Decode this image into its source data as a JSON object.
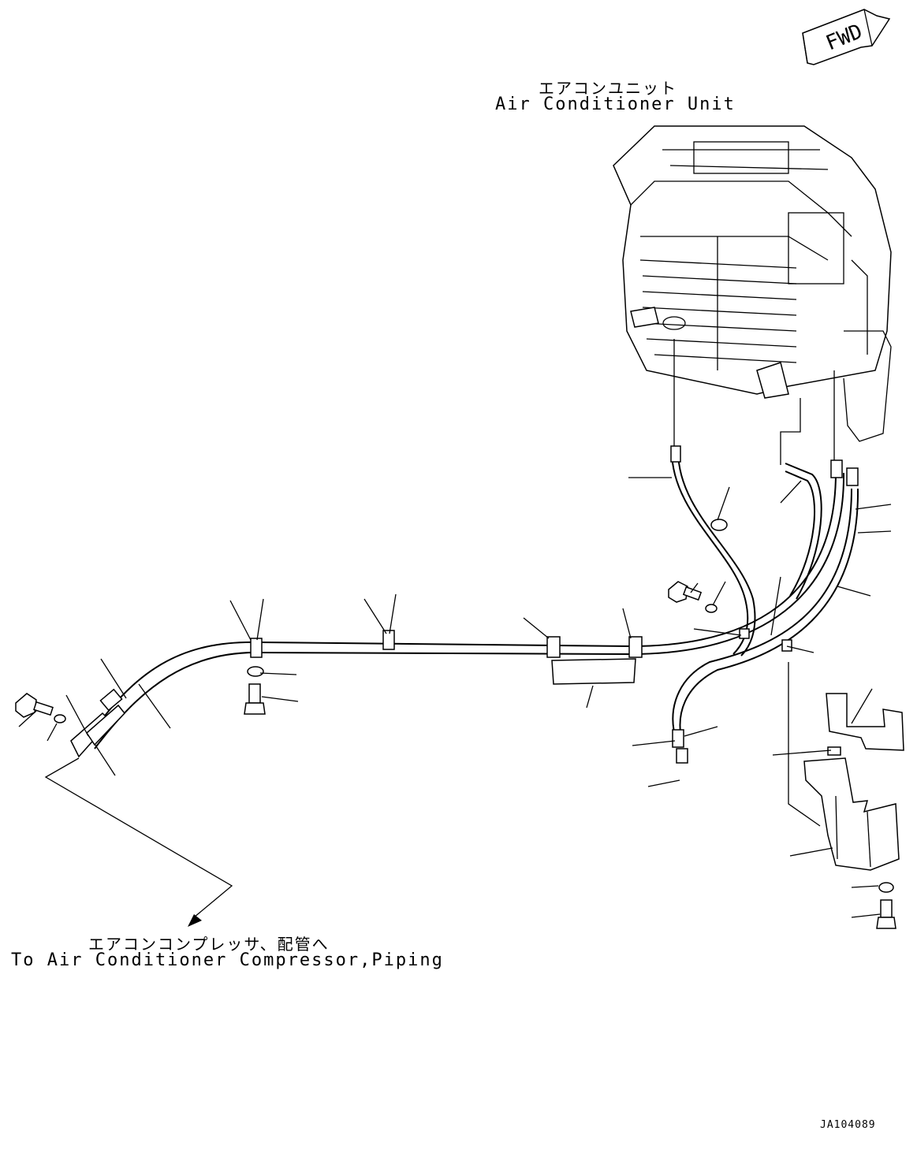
{
  "labels": {
    "fwd": "FWD",
    "unit_jp": "エアコンユニット",
    "unit_en": "Air Conditioner Unit",
    "to_jp": "エアコンコンプレッサ、配管へ",
    "to_en": "To Air Conditioner Compressor,Piping",
    "drawing_code": "JA104089"
  },
  "icons": {
    "fwd_arrow": "fwd-arrow-icon"
  }
}
